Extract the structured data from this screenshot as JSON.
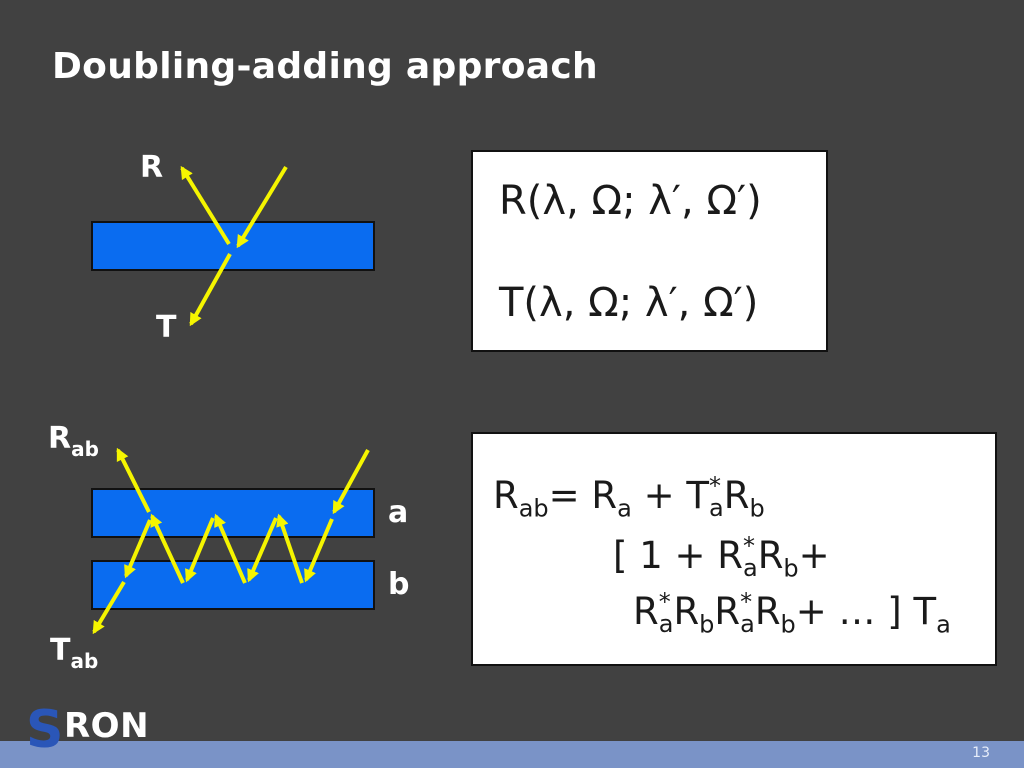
{
  "slide": {
    "title": "Doubling-adding approach",
    "page_number": "13"
  },
  "diagram_single": {
    "label_r": "R",
    "label_t": "T"
  },
  "diagram_double": {
    "label_r_main": "R",
    "label_r_sub": "ab",
    "label_t_main": "T",
    "label_t_sub": "ab",
    "label_a": "a",
    "label_b": "b"
  },
  "equations_box1": {
    "line1": "R(λ, Ω; λ′, Ω′)",
    "line2": "T(λ, Ω; λ′, Ω′)"
  },
  "equations_box2": {
    "line1_r": "R",
    "line1_ab": "ab",
    "line1_eq": "= R",
    "line1_a": "a",
    "line1_plus_t": " + T",
    "line1_star": "*",
    "line1_a2": "a",
    "line1_rb": "R",
    "line1_b": "b",
    "line2_open": "[ 1 + R",
    "line2_star": "*",
    "line2_a": "a",
    "line2_rb": "R",
    "line2_b": "b",
    "line2_plus": "+",
    "line3_r": "R",
    "line3_star": "*",
    "line3_a": "a",
    "line3_rb": "R",
    "line3_b": "b",
    "line3_r2": "R",
    "line3_star2": "*",
    "line3_a2": "a",
    "line3_rb2": "R",
    "line3_b2": "b",
    "line3_tail": "+ … ] T",
    "line3_a3": "a"
  },
  "logo": {
    "s": "S",
    "ron": "RON"
  },
  "colors": {
    "background": "#414141",
    "layer_blue": "#0a6cf0",
    "arrow_yellow": "#f5f500",
    "footer_bar": "#7a93c7"
  }
}
